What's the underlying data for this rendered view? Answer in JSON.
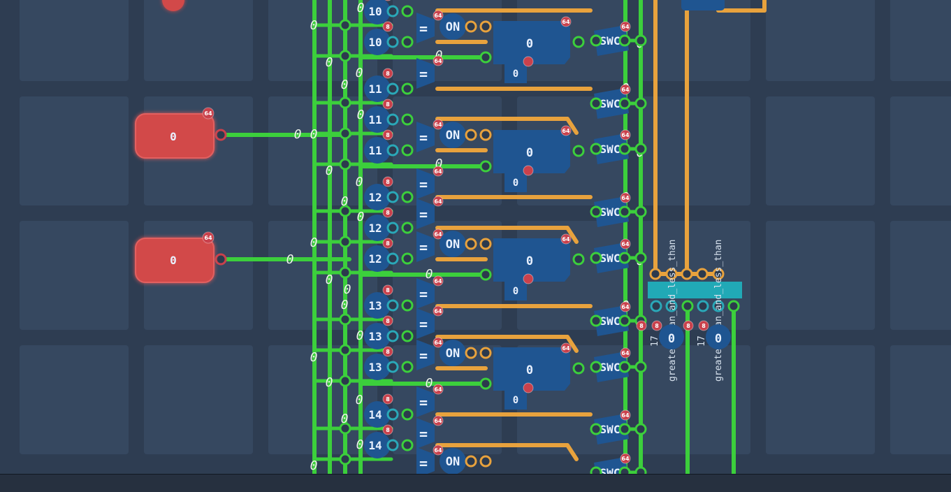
{
  "colors": {
    "background": "#2e3d52",
    "grid_tile": "#364860",
    "wire_green": "#3ccf3c",
    "wire_orange": "#e8a23d",
    "component_blue": "#1f5591",
    "input_red": "#d24a4a",
    "badge_red": "#c9414c",
    "label_cyan": "#21a9b6",
    "bottom_bar": "#26303f"
  },
  "inputs": [
    {
      "value": "0",
      "width_badge": "64"
    },
    {
      "value": "0",
      "width_badge": "64"
    }
  ],
  "compare_rows": [
    {
      "label": "10"
    },
    {
      "label": "10"
    },
    {
      "label": "11"
    },
    {
      "label": "11"
    },
    {
      "label": "11"
    },
    {
      "label": "12"
    },
    {
      "label": "12"
    },
    {
      "label": "12"
    },
    {
      "label": "13"
    },
    {
      "label": "13"
    },
    {
      "label": "13"
    },
    {
      "label": "14"
    },
    {
      "label": "14"
    }
  ],
  "equals_symbol": "=",
  "switch_label": "ON",
  "switch_component_label": "SWC",
  "registers": [
    {
      "value": "0",
      "sub": "0"
    },
    {
      "value": "0",
      "sub": "0"
    },
    {
      "value": "0",
      "sub": "0"
    },
    {
      "value": "0",
      "sub": "0"
    }
  ],
  "badges": {
    "b64": "64",
    "b8": "8"
  },
  "wire_value": "0",
  "custom_components": [
    {
      "name": "greater_than_and_less_than",
      "index_label": "17",
      "value": "0"
    },
    {
      "name": "greater_than_and_less_than",
      "index_label": "17",
      "value": "0"
    }
  ]
}
